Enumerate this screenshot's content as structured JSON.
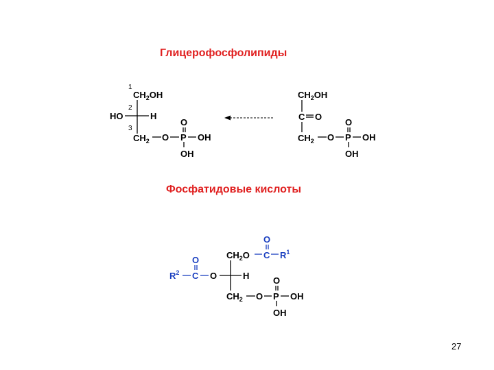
{
  "slide": {
    "title": "Глицерофосфолипиды",
    "subtitle": "Фосфатидовые  кислоты",
    "page_number": "27"
  },
  "glycerol_phosphate": {
    "carbon_numbers": [
      "1",
      "2",
      "3"
    ],
    "c1_group": "CH2OH",
    "c2_left": "HO",
    "c2_right": "H",
    "c3_group": "CH2",
    "o_link": "O",
    "p": "P",
    "p_top_o": "O",
    "p_oh_right": "OH",
    "p_oh_bottom": "OH"
  },
  "dihydroxyacetone_phosphate": {
    "c1_group": "CH2OH",
    "c2_group": "C",
    "c2_o": "O",
    "c3_group": "CH2",
    "o_link": "O",
    "p": "P",
    "p_top_o": "O",
    "p_oh_right": "OH",
    "p_oh_bottom": "OH"
  },
  "reaction_arrow": {
    "direction": "left",
    "style": "dashed"
  },
  "phosphatidic_acid": {
    "c1_group": "CH2O",
    "ester1_c": "C",
    "ester1_o": "O",
    "r1": "R",
    "r1_sup": "1",
    "c2_h": "H",
    "c2_o": "O",
    "ester2_c": "C",
    "ester2_o": "O",
    "r2": "R",
    "r2_sup": "2",
    "c3_group": "CH2",
    "o_link": "O",
    "p": "P",
    "p_top_o": "O",
    "p_oh_right": "OH",
    "p_oh_bottom": "OH"
  },
  "colors": {
    "title": "#e02020",
    "acyl": "#1a3fc0",
    "default": "#000000"
  }
}
